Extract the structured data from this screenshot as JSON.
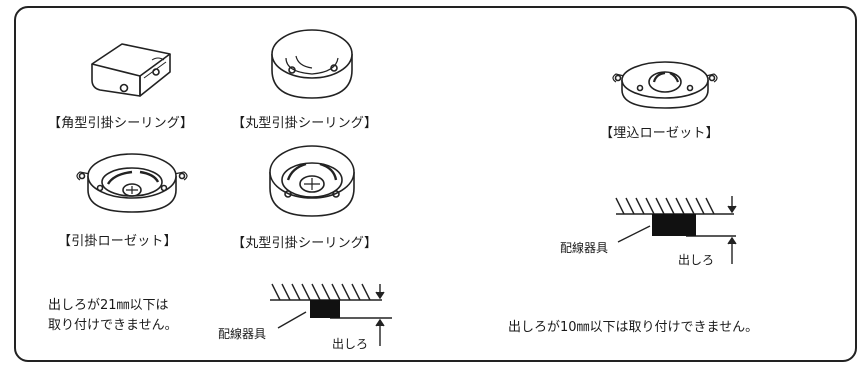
{
  "colors": {
    "line": "#222222",
    "hatch": "#222222",
    "block": "#111111"
  },
  "captions": {
    "square_ceiling": "【角型引掛シーリング】",
    "round_ceiling_top": "【丸型引掛シーリング】",
    "hook_rosette": "【引掛ローゼット】",
    "round_ceiling_bottom": "【丸型引掛シーリング】",
    "embedded_rosette": "【埋込ローゼット】"
  },
  "notes": {
    "left": [
      "出しろが21㎜以下は",
      "取り付けできません。"
    ],
    "right": "出しろが10㎜以下は取り付けできません。"
  },
  "diagram_labels": {
    "wiring_left": "配線器具",
    "protrusion_left": "出しろ",
    "wiring_right": "配線器具",
    "protrusion_right": "出しろ"
  }
}
